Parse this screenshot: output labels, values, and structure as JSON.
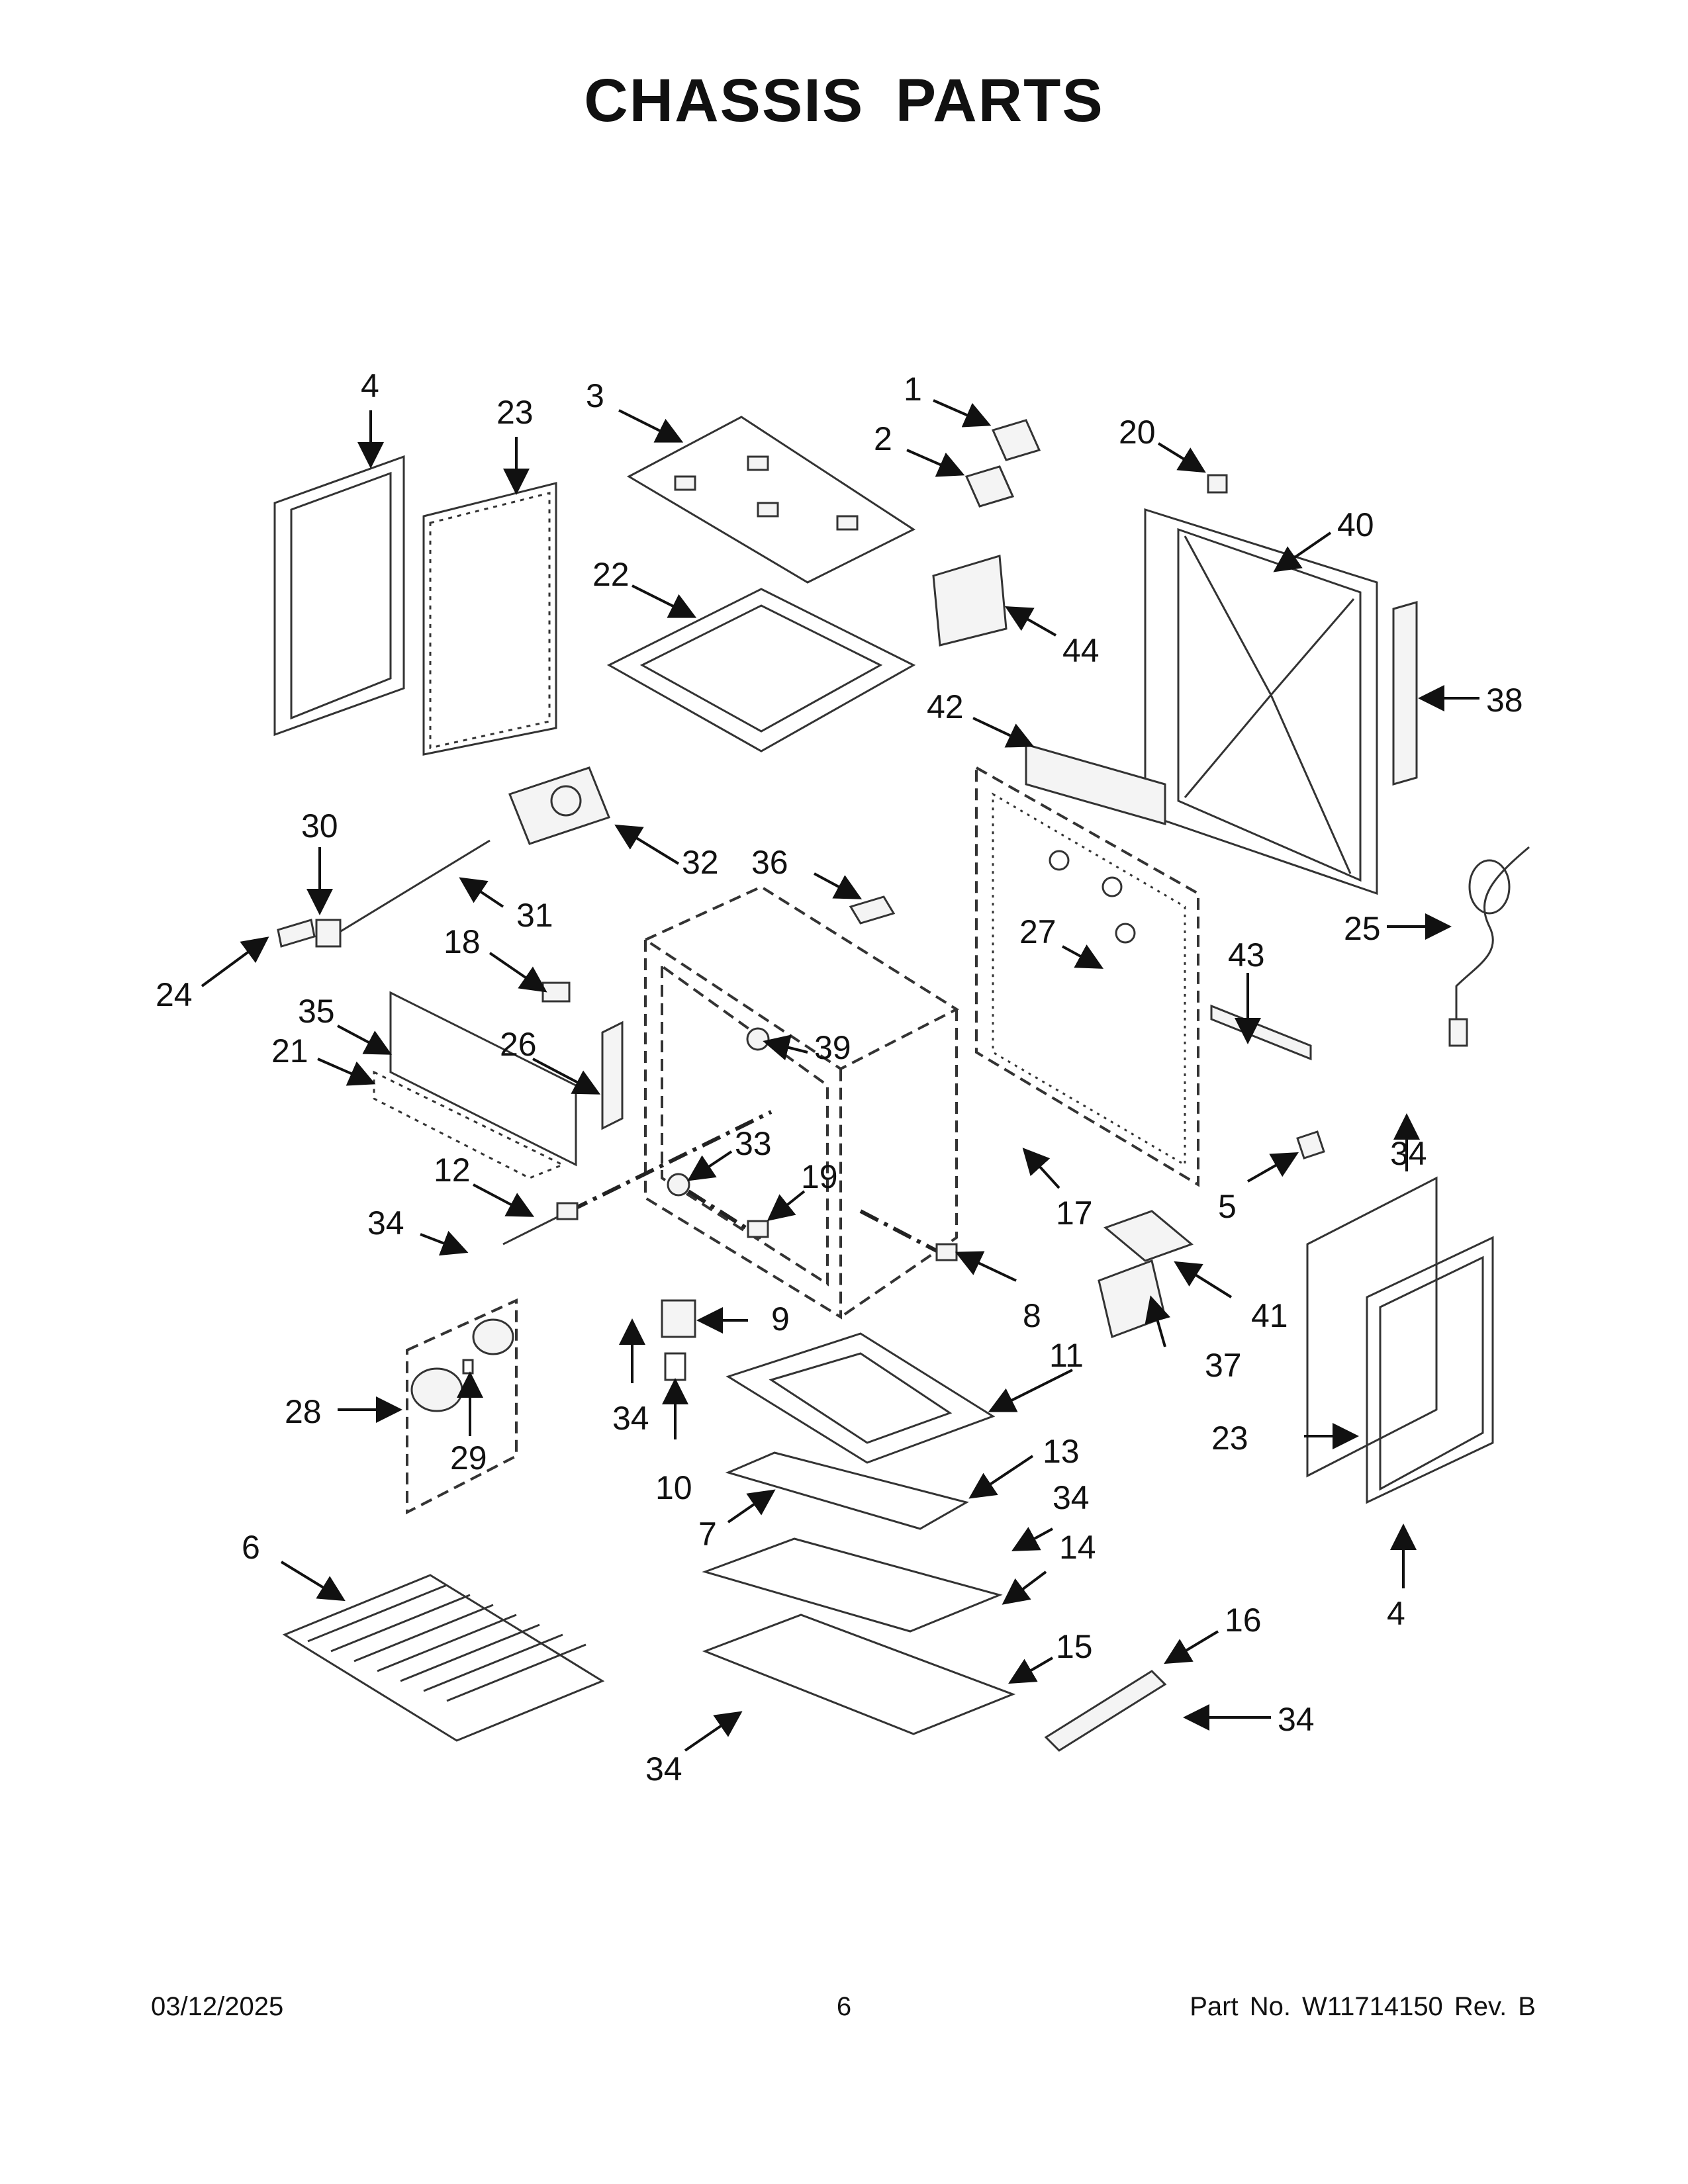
{
  "title": "CHASSIS PARTS",
  "footer": {
    "date": "03/12/2025",
    "page": "6",
    "part_no": "Part No.  W11714150  Rev.  B"
  },
  "callouts": [
    "4",
    "23",
    "3",
    "1",
    "2",
    "20",
    "40",
    "22",
    "44",
    "38",
    "42",
    "32",
    "30",
    "31",
    "36",
    "27",
    "25",
    "43",
    "24",
    "18",
    "35",
    "26",
    "39",
    "21",
    "34",
    "33",
    "17",
    "5",
    "12",
    "19",
    "8",
    "41",
    "9",
    "37",
    "28",
    "11",
    "29",
    "10",
    "13",
    "7",
    "6",
    "14",
    "16",
    "15"
  ]
}
